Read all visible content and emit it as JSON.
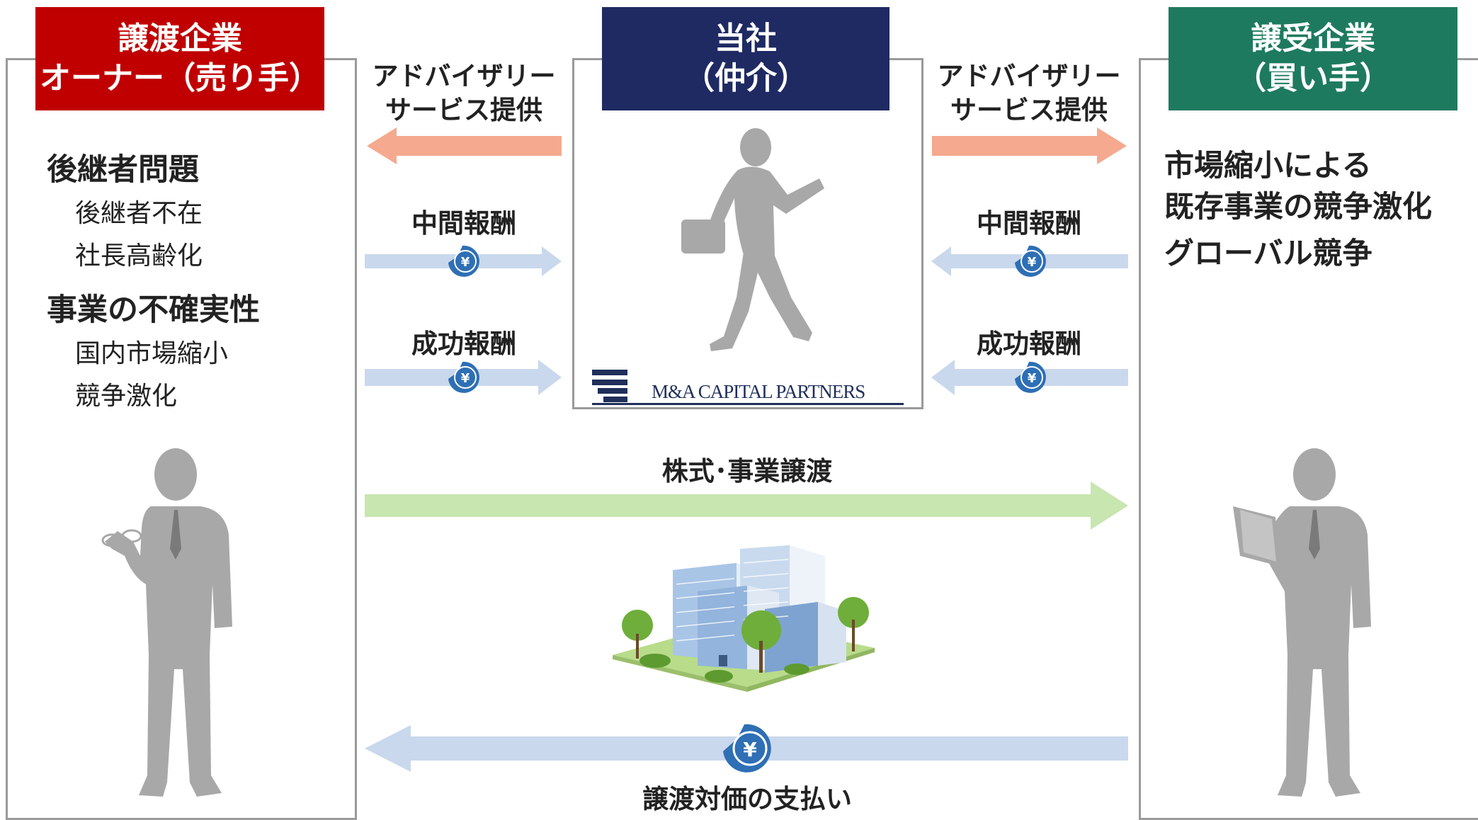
{
  "sellers": {
    "header": {
      "line1": "譲渡企業",
      "line2": "オーナー（売り手）",
      "color": "#c00000"
    },
    "issues": [
      {
        "heading": "後継者問題",
        "items": [
          "後継者不在",
          "社長高齢化"
        ]
      },
      {
        "heading": "事業の不確実性",
        "items": [
          "国内市場縮小",
          "競争激化"
        ]
      }
    ]
  },
  "company": {
    "header": {
      "line1": "当社",
      "line2": "（仲介）",
      "color": "#1f2a63"
    },
    "logo": {
      "text": "M&A CAPITAL PARTNERS"
    }
  },
  "buyers": {
    "header": {
      "line1": "譲受企業",
      "line2": "（買い手）",
      "color": "#1e7a5f"
    },
    "issues": [
      "市場縮小による",
      "既存事業の競争激化",
      "グローバル競争"
    ]
  },
  "flows": {
    "advisory_left": {
      "line1": "アドバイザリー",
      "line2": "サービス提供"
    },
    "advisory_right": {
      "line1": "アドバイザリー",
      "line2": "サービス提供"
    },
    "interim_fee_left": "中間報酬",
    "interim_fee_right": "中間報酬",
    "success_fee_left": "成功報酬",
    "success_fee_right": "成功報酬",
    "share_transfer": "株式･事業譲渡",
    "payment": "譲渡対価の支払い",
    "yen_symbol": "¥"
  },
  "colors": {
    "advisory_arrow": "#f5a98e",
    "fee_arrow": "#c9d8ec",
    "transfer_arrow": "#c8e6b0",
    "payment_arrow": "#c9d8ec",
    "yen_badge": "#2e6fb5",
    "silhouette": "#a8a8a8",
    "frame": "#9a9a9a"
  },
  "icons": [
    "person-reading-icon",
    "person-walking-icon",
    "person-notebook-icon",
    "office-building-icon",
    "yen-coin-icon"
  ]
}
